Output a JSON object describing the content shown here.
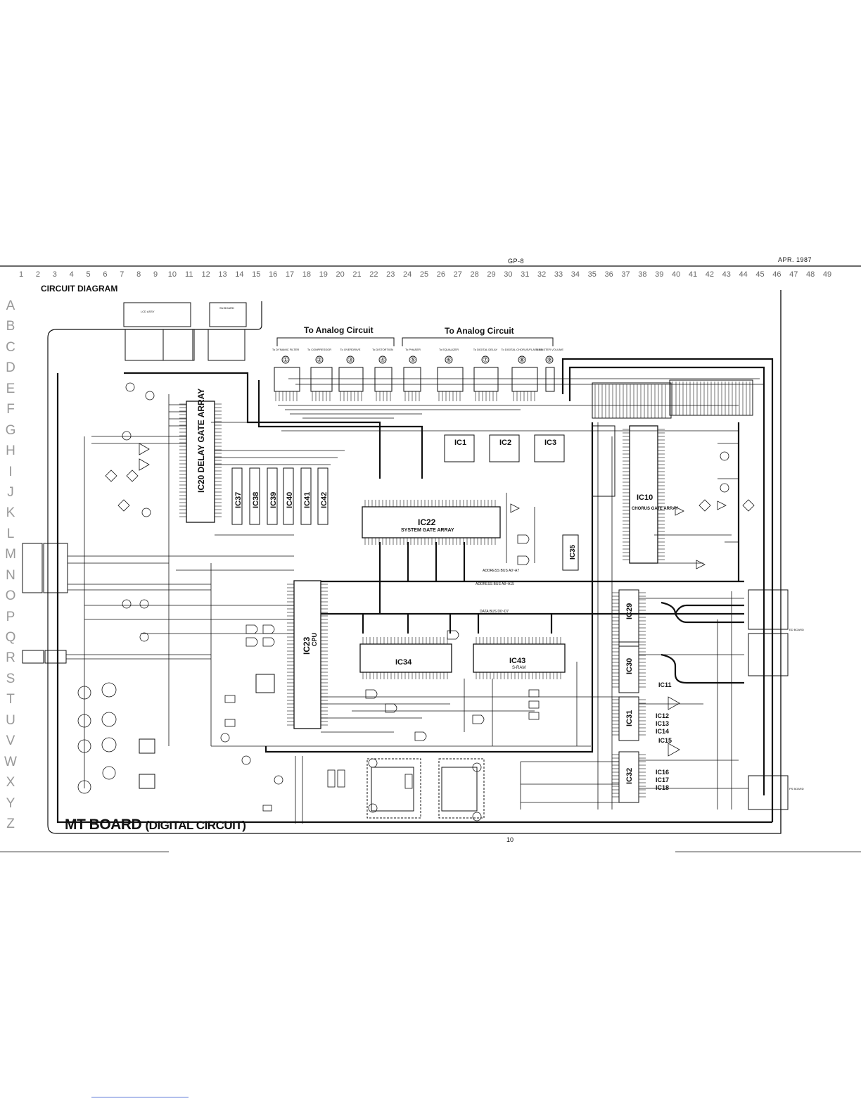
{
  "header": {
    "model": "GP-8",
    "date": "APR. 1987",
    "page_number": "10"
  },
  "title": "CIRCUIT DIAGRAM",
  "board_title": "MT BOARD",
  "board_subtitle": "(DIGITAL CIRCUIT)",
  "grid": {
    "columns": [
      "1",
      "2",
      "3",
      "4",
      "5",
      "6",
      "7",
      "8",
      "9",
      "10",
      "11",
      "12",
      "13",
      "14",
      "15",
      "16",
      "17",
      "18",
      "19",
      "20",
      "21",
      "22",
      "23",
      "24",
      "25",
      "26",
      "27",
      "28",
      "29",
      "30",
      "31",
      "32",
      "33",
      "34",
      "35",
      "36",
      "37",
      "38",
      "39",
      "40",
      "41",
      "42",
      "43",
      "44",
      "45",
      "46",
      "47",
      "48",
      "49"
    ],
    "rows": [
      "A",
      "B",
      "C",
      "D",
      "E",
      "F",
      "G",
      "H",
      "I",
      "J",
      "K",
      "L",
      "M",
      "N",
      "O",
      "P",
      "Q",
      "R",
      "S",
      "T",
      "U",
      "V",
      "W",
      "X",
      "Y",
      "Z"
    ]
  },
  "analog_groups": [
    "To Analog Circuit",
    "To Analog Circuit"
  ],
  "connectors": [
    {
      "num": "①",
      "label": "To DYNAMIC FILTER"
    },
    {
      "num": "②",
      "label": "To COMPRESSOR"
    },
    {
      "num": "③",
      "label": "To OVERDRIVE"
    },
    {
      "num": "④",
      "label": "To DISTORTION"
    },
    {
      "num": "⑤",
      "label": "To PHASER"
    },
    {
      "num": "⑥",
      "label": "To EQUALIZER"
    },
    {
      "num": "⑦",
      "label": "To DIGITAL DELAY"
    },
    {
      "num": "⑧",
      "label": "To DIGITAL CHORUS/FLANGER"
    },
    {
      "num": "⑨",
      "label": "To MASTER VOLUME"
    }
  ],
  "top_boxes": [
    {
      "name": "LCD ASSY"
    },
    {
      "name": "SN BOARD"
    }
  ],
  "chips": [
    {
      "id": "IC20",
      "label": "IC20 DELAY GATE ARRAY"
    },
    {
      "id": "IC37",
      "label": "IC37"
    },
    {
      "id": "IC38",
      "label": "IC38"
    },
    {
      "id": "IC39",
      "label": "IC39"
    },
    {
      "id": "IC40",
      "label": "IC40"
    },
    {
      "id": "IC41",
      "label": "IC41"
    },
    {
      "id": "IC42",
      "label": "IC42"
    },
    {
      "id": "IC22",
      "label": "IC22",
      "sub": "SYSTEM GATE ARRAY"
    },
    {
      "id": "IC1",
      "label": "IC1"
    },
    {
      "id": "IC2",
      "label": "IC2"
    },
    {
      "id": "IC3",
      "label": "IC3"
    },
    {
      "id": "IC10",
      "label": "IC10",
      "sub": "CHORUS GATE ARRAY"
    },
    {
      "id": "IC23",
      "label": "IC23",
      "sub": "CPU"
    },
    {
      "id": "IC34",
      "label": "IC34"
    },
    {
      "id": "IC43",
      "label": "IC43",
      "sub": "S-RAM"
    },
    {
      "id": "IC29",
      "label": "IC29"
    },
    {
      "id": "IC30",
      "label": "IC30"
    },
    {
      "id": "IC31",
      "label": "IC31"
    },
    {
      "id": "IC32",
      "label": "IC32"
    },
    {
      "id": "IC35",
      "label": "IC35"
    },
    {
      "id": "IC11",
      "label": "IC11"
    },
    {
      "id": "IC12",
      "label": "IC12"
    },
    {
      "id": "IC13",
      "label": "IC13"
    },
    {
      "id": "IC14",
      "label": "IC14"
    },
    {
      "id": "IC15",
      "label": "IC15"
    },
    {
      "id": "IC16",
      "label": "IC16"
    },
    {
      "id": "IC17",
      "label": "IC17"
    },
    {
      "id": "IC18",
      "label": "IC18"
    }
  ],
  "buses": {
    "address_low": "ADDRESS BUS A0~A7",
    "address_high": "ADDRESS BUS A8~A15",
    "data": "DATA BUS D0~D7"
  },
  "side_boards": [
    {
      "label": "ED BOARD"
    },
    {
      "label": "PS BOARD"
    }
  ],
  "colors": {
    "ink": "#111111",
    "grid_text": "#777777",
    "paper": "#ffffff"
  }
}
